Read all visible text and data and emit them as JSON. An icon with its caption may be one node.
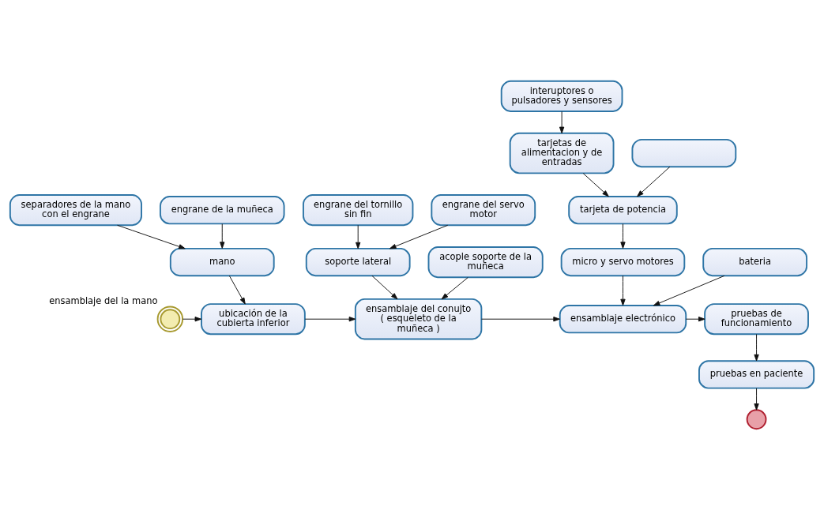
{
  "diagram": {
    "nodes": [
      {
        "text": [],
        "shape": "circle",
        "beside": [
          "ensamblaje del la mano"
        ]
      },
      {
        "text": [
          "separadores de la mano con el engrane"
        ]
      },
      {
        "text": [
          "engrane de la muñeca"
        ]
      },
      {
        "text": [
          "mano"
        ]
      },
      {
        "text": [
          "ubicación de la cubierta inferior"
        ]
      },
      {
        "text": [
          "engrane del tornillo sin fin"
        ]
      },
      {
        "text": [
          "engrane del servo motor"
        ]
      },
      {
        "text": [
          "soporte lateral"
        ]
      },
      {
        "text": [
          "ensamblaje del conujto ( esqueleto de la muñeca )"
        ]
      },
      {
        "text": [
          "acople soporte de la muñeca"
        ]
      },
      {
        "text": [
          "interuptores o pulsadores y sensores"
        ]
      },
      {
        "text": [
          "tarjetas de alimentacion y de entradas"
        ]
      },
      {
        "text": [],
        "shape": "box"
      },
      {
        "text": [
          "tarjeta de potencia"
        ]
      },
      {
        "text": [
          "micro y servo motores"
        ]
      },
      {
        "text": [
          "ensamblaje electrónico"
        ]
      },
      {
        "text": [
          "bateria"
        ]
      },
      {
        "text": [
          "pruebas de funcionamiento"
        ]
      },
      {
        "text": [
          "pruebas en paciente"
        ]
      },
      {
        "text": [],
        "shape": "circle"
      }
    ],
    "edges": [
      {
        "from": 0,
        "to": 4,
        "arrow": "to"
      },
      {
        "from": 1,
        "to": 3,
        "arrow": "to"
      },
      {
        "from": 2,
        "to": 3,
        "arrow": "to"
      },
      {
        "from": 3,
        "to": 4,
        "arrow": "to"
      },
      {
        "from": 4,
        "to": 8,
        "arrow": "to"
      },
      {
        "from": 5,
        "to": 7,
        "arrow": "to"
      },
      {
        "from": 6,
        "to": 7,
        "arrow": "to"
      },
      {
        "from": 7,
        "to": 8,
        "arrow": "to"
      },
      {
        "from": 9,
        "to": 8,
        "arrow": "to"
      },
      {
        "from": 8,
        "to": 15,
        "arrow": "to"
      },
      {
        "from": 10,
        "to": 11,
        "arrow": "to"
      },
      {
        "from": 11,
        "to": 13,
        "arrow": "to"
      },
      {
        "from": 12,
        "to": 13,
        "arrow": "to"
      },
      {
        "from": 13,
        "to": 14,
        "arrow": "to"
      },
      {
        "from": 14,
        "to": 15,
        "arrow": "to"
      },
      {
        "from": 16,
        "to": 15,
        "arrow": "to"
      },
      {
        "from": 15,
        "to": 17,
        "arrow": "to"
      },
      {
        "from": 17,
        "to": 18,
        "arrow": "to"
      },
      {
        "from": 18,
        "to": 19,
        "arrow": "to"
      }
    ]
  }
}
